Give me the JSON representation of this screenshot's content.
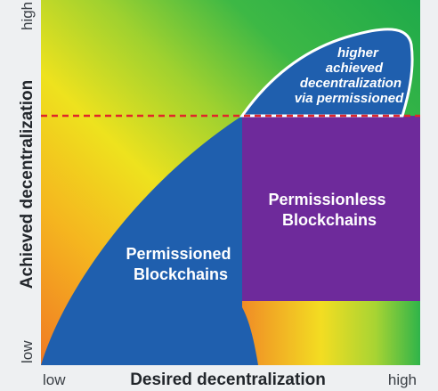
{
  "axes": {
    "x_title": "Desired decentralization",
    "x_low": "low",
    "x_high": "high",
    "y_title": "Achieved decentralization",
    "y_low": "low",
    "y_high": "high"
  },
  "regions": {
    "permissioned": {
      "line1": "Permissioned",
      "line2": "Blockchains",
      "color": "#1f5fae"
    },
    "permissionless": {
      "line1": "Permissionless",
      "line2": "Blockchains",
      "color": "#6e2a9b"
    },
    "callout": {
      "line1": "higher",
      "line2": "achieved",
      "line3": "decentralization",
      "line4": "via permissioned",
      "color": "#1f5fae"
    }
  },
  "threshold_line": {
    "style": "dashed",
    "color": "#e0262a"
  },
  "background_gradient": {
    "low": "#f07a24",
    "mid": "#f4e020",
    "high": "#23b04a"
  }
}
